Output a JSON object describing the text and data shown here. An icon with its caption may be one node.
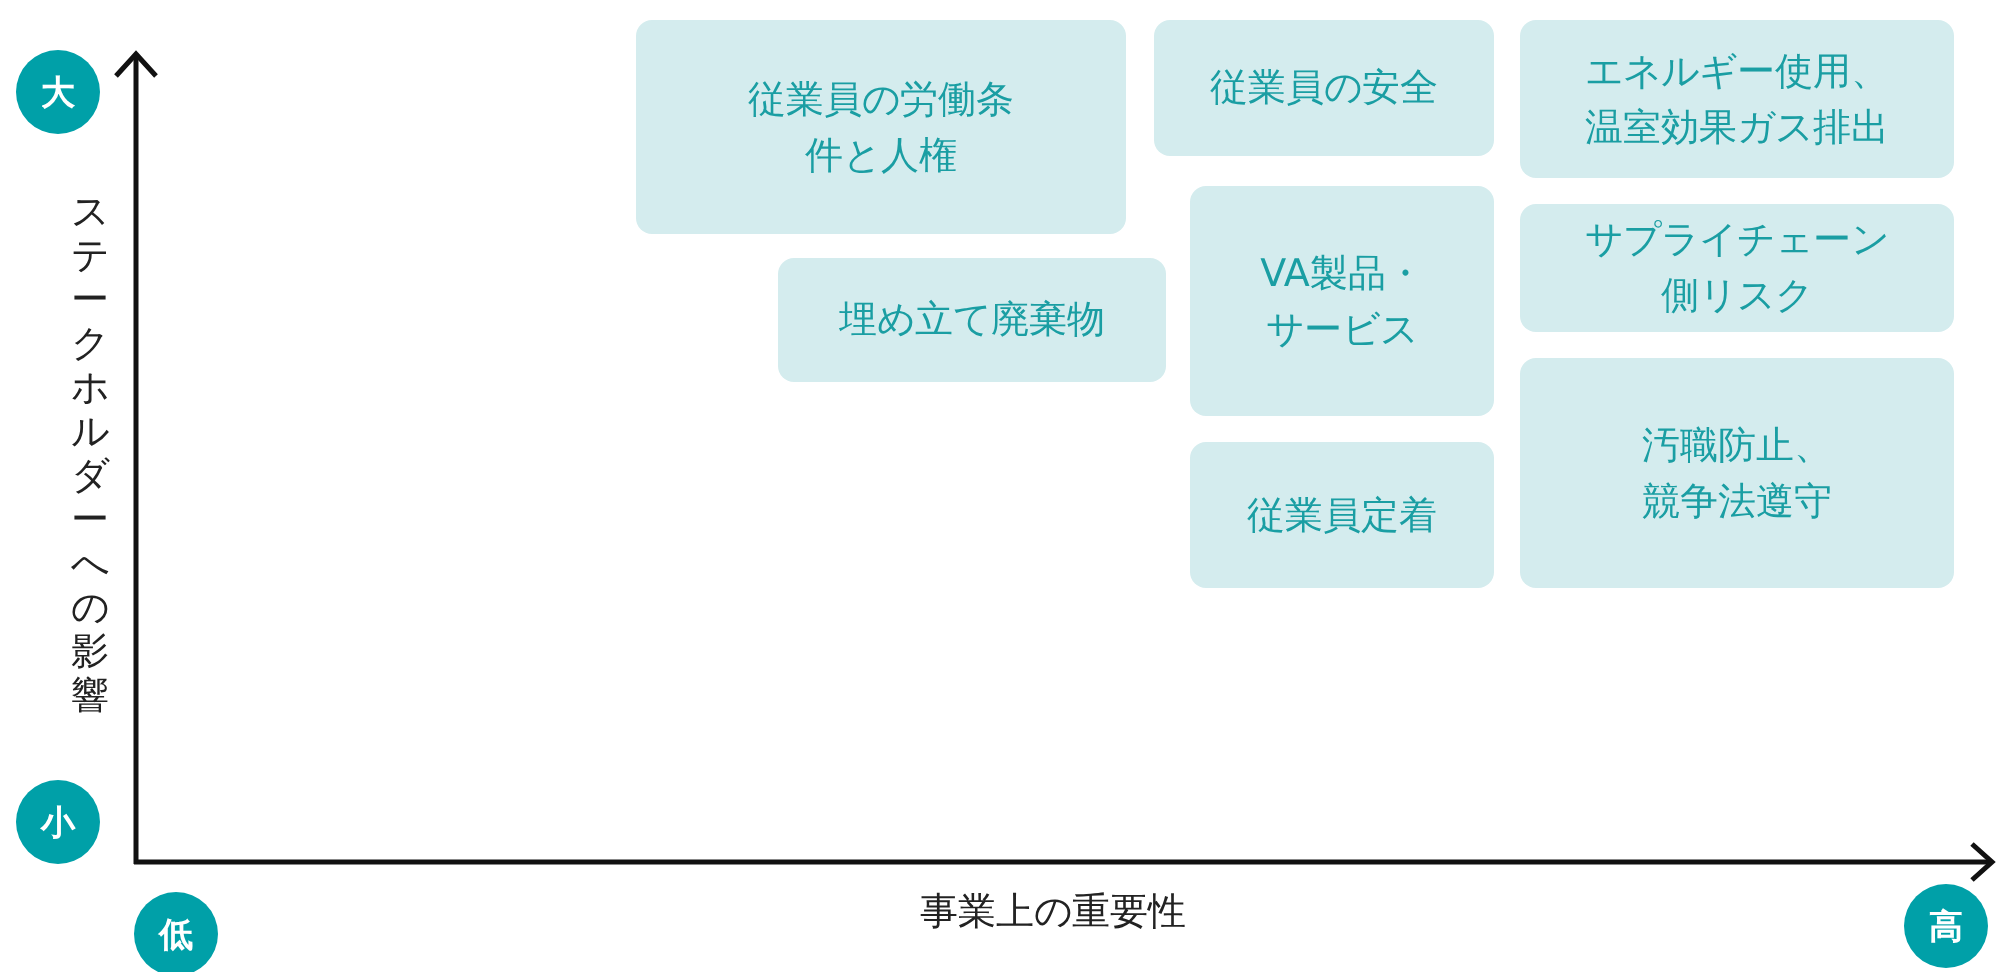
{
  "diagram": {
    "nodes": [
      {
        "text": [
          "大"
        ]
      },
      {
        "text": [
          "従業員の労働条件と人権"
        ]
      },
      {
        "text": [
          "従業員の安全"
        ]
      },
      {
        "text": [
          "エネルギー使用、温室効果ガス排出"
        ]
      },
      {
        "text": [
          "埋め立て廃棄物"
        ]
      },
      {
        "text": [
          "VA製品・サービス"
        ]
      },
      {
        "text": [
          "サプライチェーン側リスク"
        ]
      },
      {
        "text": [
          "汚職防止、競争法遵守"
        ]
      },
      {
        "text": [
          "従業員定着"
        ]
      },
      {
        "text": [
          "小"
        ]
      },
      {
        "text": [
          "低"
        ]
      },
      {
        "text": [
          "高"
        ]
      }
    ],
    "labels": [
      "ステークホルダーへの影響",
      "事業上の重要性"
    ]
  }
}
